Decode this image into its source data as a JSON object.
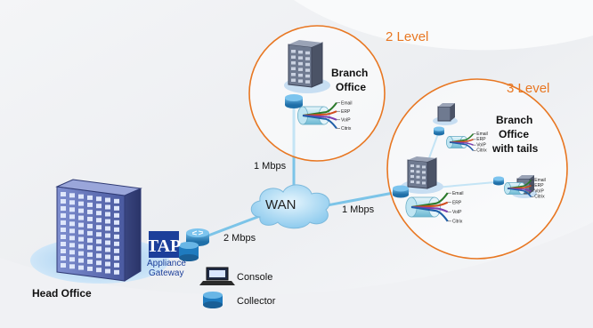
{
  "diagram": {
    "levels": {
      "level2": "2 Level",
      "level3": "3 Level"
    },
    "head_office": {
      "label": "Head Office"
    },
    "appliance": {
      "logo_text": "TAP",
      "label_line1": "Appliance",
      "label_line2": "Gateway"
    },
    "console": {
      "label": "Console"
    },
    "collector": {
      "label": "Collector"
    },
    "wan": {
      "label": "WAN"
    },
    "links": {
      "head_to_wan": "2 Mbps",
      "branch_to_wan": "1 Mbps",
      "tails_to_wan": "1 Mbps"
    },
    "branch_office": {
      "line1": "Branch",
      "line2": "Office"
    },
    "branch_tails": {
      "line1": "Branch",
      "line2": "Office",
      "line3": "with tails"
    },
    "traffic_labels": [
      "Email",
      "ERP",
      "VoIP",
      "Citrix"
    ],
    "colors": {
      "level_accent": "#e87722",
      "link": "#7cc4e8",
      "cloud": "#9fd3f0",
      "building": "#5566aa"
    }
  }
}
